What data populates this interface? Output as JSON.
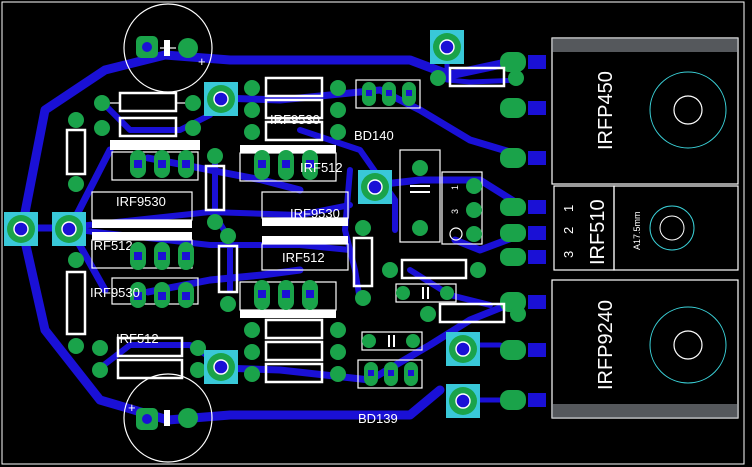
{
  "labels": {
    "irfp450": "IRFP450",
    "irf510": "IRF510",
    "irfp9240": "IRFP9240",
    "irf9530_a": "IRF9530",
    "irf9530_b": "IRF9530",
    "irf9530_c": "IRF9530",
    "irf9530_d": "IRF9530",
    "irf512_a": "IRF512",
    "irf512_b": "IRF512",
    "irf512_c": "IRF512",
    "irf512_d": "IRF512",
    "bd140": "BD140",
    "bd139": "BD139",
    "a175": "A17.5mm",
    "pin1": "1",
    "pin2": "2",
    "pin3": "3",
    "trim_pin1": "1",
    "trim_pin3": "3"
  },
  "colors": {
    "background": "#000000",
    "trace": "#1a10d6",
    "pad": "#1aa34a",
    "pad_highlight": "#39c8d8",
    "silkscreen": "#ffffff",
    "heatsink_fill": "#9aa0a8"
  }
}
